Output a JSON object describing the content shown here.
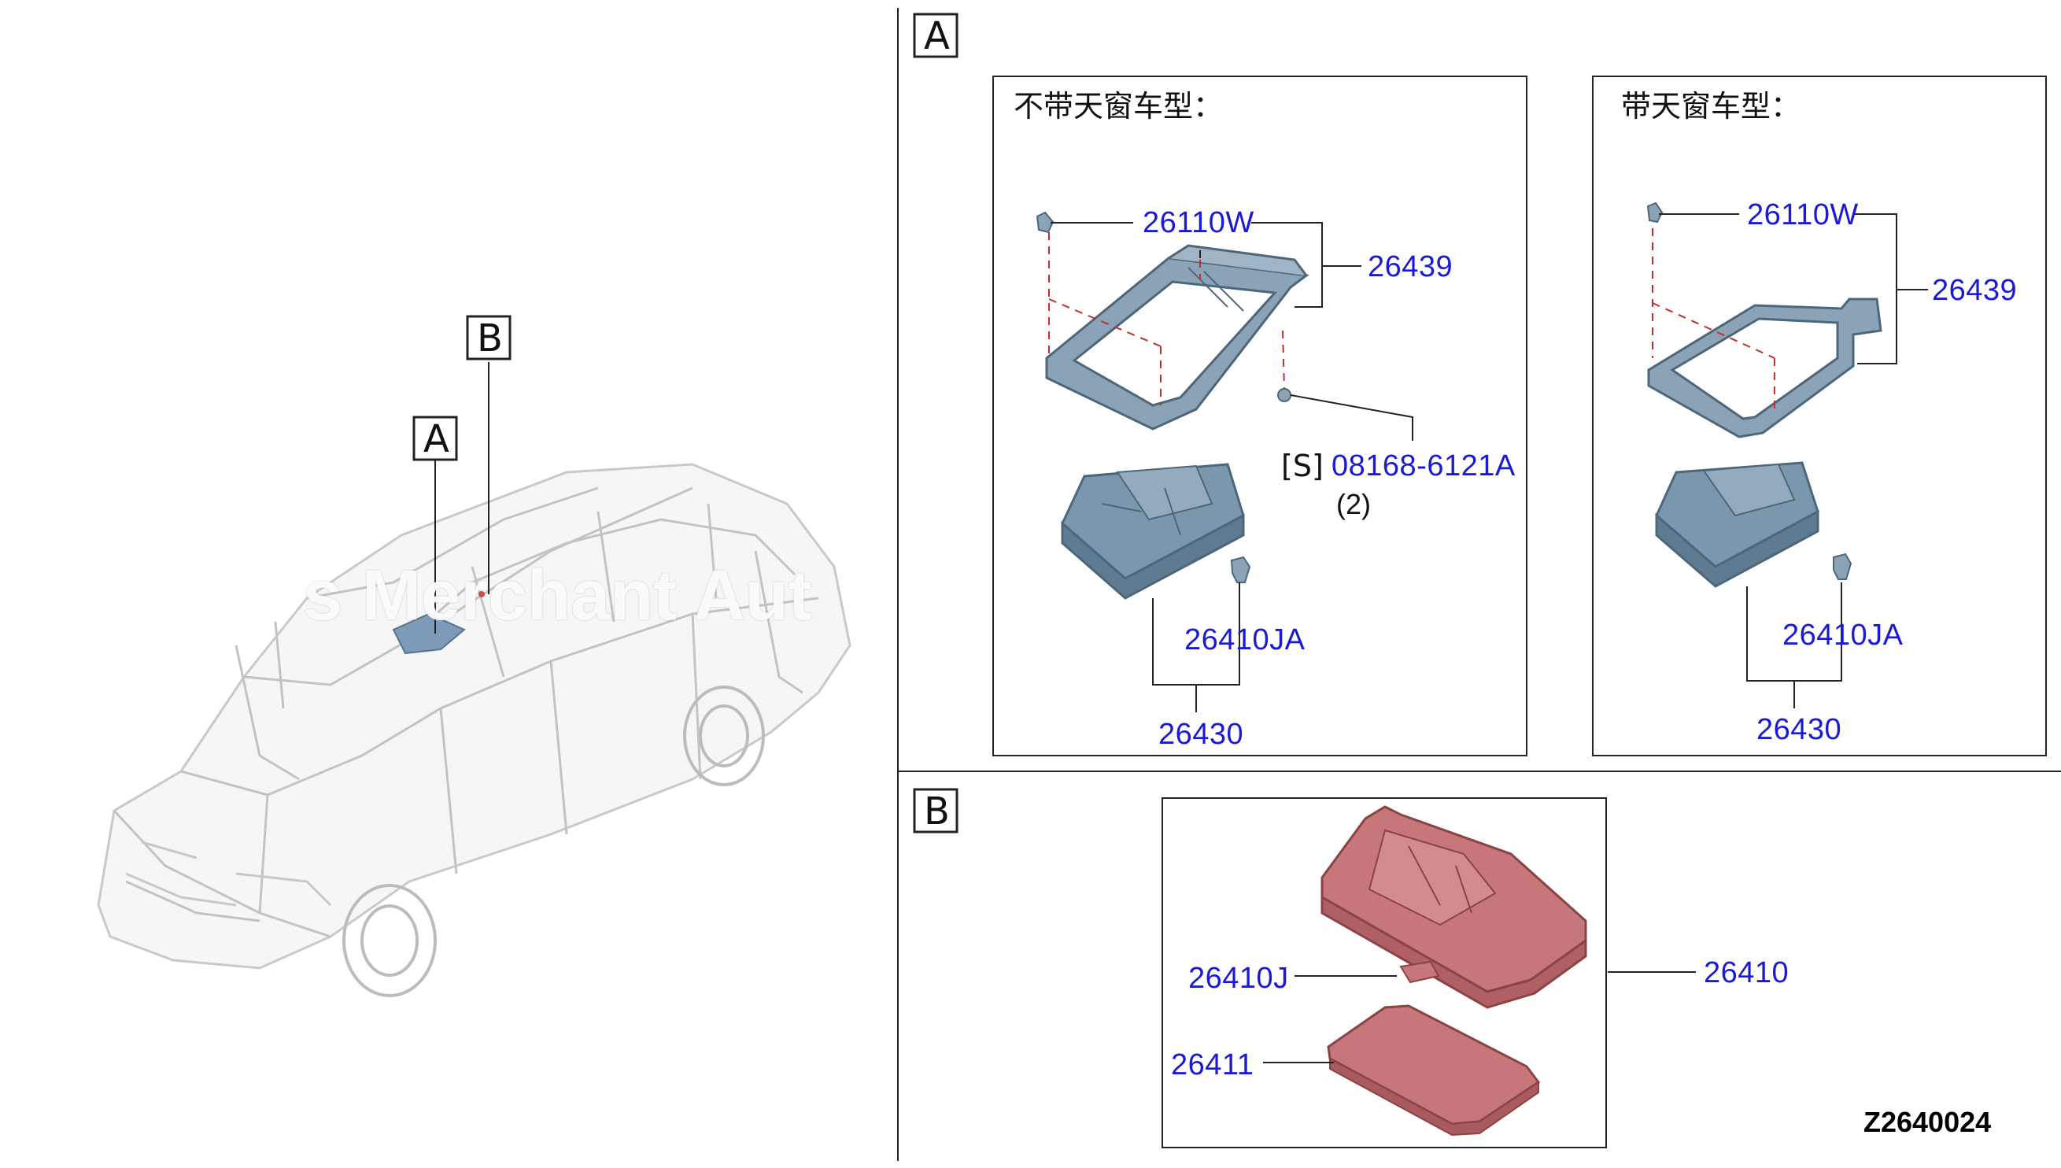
{
  "section_labels": {
    "a": "A",
    "b": "B"
  },
  "captions": {
    "no_sunroof": "不带天窗车型：",
    "with_sunroof": "带天窗车型："
  },
  "panel_a_left": {
    "clip": "26110W",
    "frame": "26439",
    "screw_prefix": "[S]",
    "screw": "08168-6121A",
    "screw_qty": "(2)",
    "bulb": "26410JA",
    "lamp": "26430"
  },
  "panel_a_right": {
    "clip": "26110W",
    "frame": "26439",
    "bulb": "26410JA",
    "lamp": "26430"
  },
  "panel_b": {
    "lamp": "26410",
    "bulb": "26410J",
    "lens": "26411"
  },
  "car_callouts": {
    "a": "A",
    "b": "B"
  },
  "watermark": "s Merchant Aut",
  "diagram_code": "Z2640024",
  "colors": {
    "part_label": "#1a1ad6",
    "lamp_blue": "#6e8fa6",
    "lamp_red": "#c7777a",
    "leader_dash": "#c03030"
  }
}
